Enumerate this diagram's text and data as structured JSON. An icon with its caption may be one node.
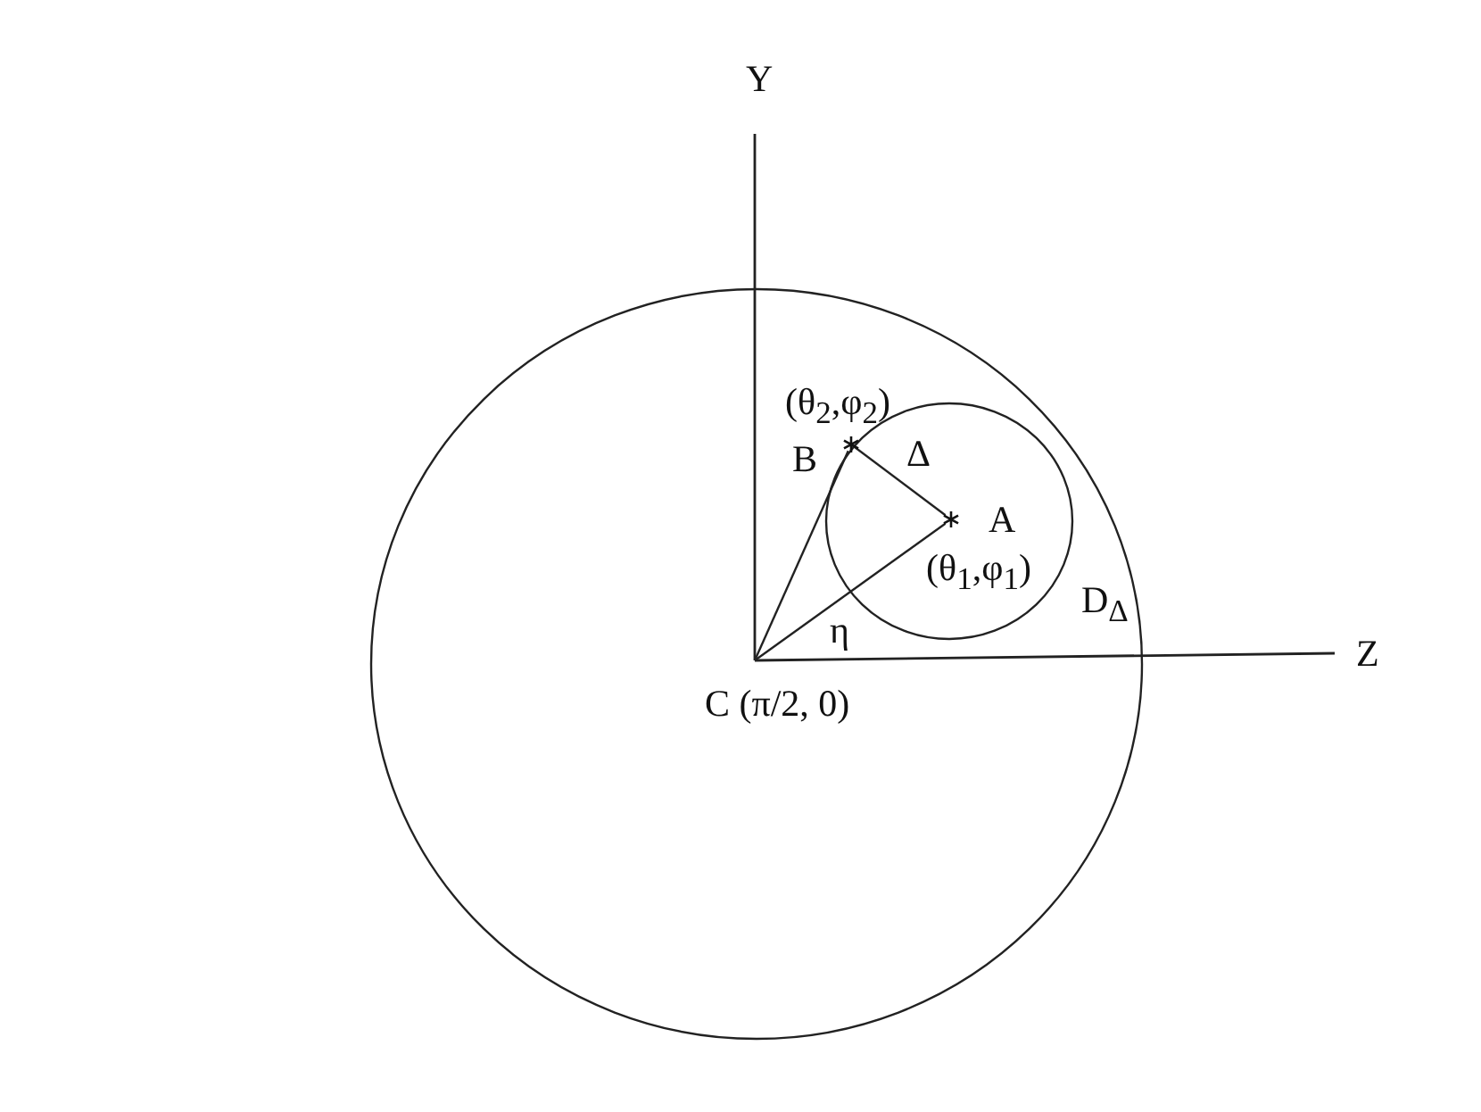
{
  "diagram": {
    "nodes": [
      {
        "text": [
          "C (π/2, 0)"
        ]
      },
      {
        "text": [
          "(θ$_{2}$,φ$_{2}$)",
          "B"
        ]
      },
      {
        "text": [
          "A",
          "(θ$_{1}$,φ$_{1}$)"
        ]
      }
    ],
    "edges": [
      {
        "from": 0,
        "to": 1,
        "arrow": "none"
      },
      {
        "from": 0,
        "to": 2,
        "arrow": "none"
      },
      {
        "from": 1,
        "to": 2,
        "arrow": "none",
        "label": "Δ"
      }
    ],
    "labels": [
      "Y",
      "Z",
      "η",
      "D$_{Δ}$"
    ]
  }
}
